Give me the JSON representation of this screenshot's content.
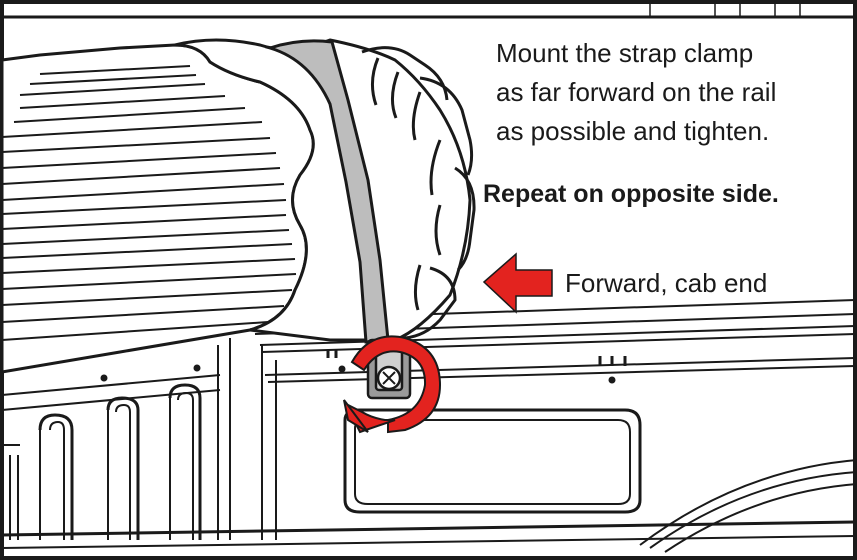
{
  "instructions": {
    "line1": "Mount the strap clamp",
    "line2": "as far forward on the rail",
    "line3": "as possible and tighten.",
    "repeat": "Repeat on opposite side."
  },
  "arrow_label": "Forward, cab end",
  "colors": {
    "arrow_red": "#e3231f",
    "strap_gray": "#bdbdbd",
    "line": "#1a1a1a",
    "background": "#ffffff"
  },
  "icons": {
    "direction_arrow": "left-arrow-icon",
    "tighten_arrow": "rotate-clockwise-icon"
  }
}
